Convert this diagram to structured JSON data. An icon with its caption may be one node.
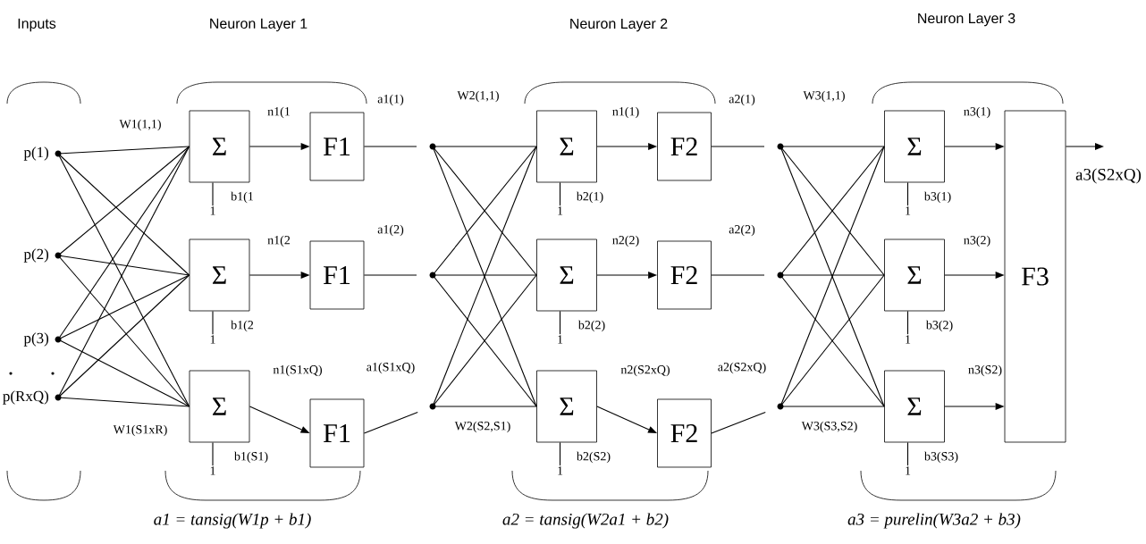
{
  "diagram": {
    "nodes": [
      {
        "text": [],
        "shape": "circle",
        "beside": [
          "p(1)"
        ]
      },
      {
        "text": [],
        "shape": "circle",
        "beside": [
          "p(2)"
        ]
      },
      {
        "text": [],
        "shape": "circle",
        "beside": [
          "p(3)"
        ]
      },
      {
        "text": [],
        "shape": "circle",
        "beside": [
          "p(RxQ)"
        ]
      },
      {
        "text": [
          "Σ"
        ]
      },
      {
        "text": [
          "Σ"
        ]
      },
      {
        "text": [
          "Σ"
        ]
      },
      {
        "text": [
          "F1"
        ]
      },
      {
        "text": [
          "F1"
        ]
      },
      {
        "text": [
          "F1"
        ]
      },
      {
        "text": [
          "1"
        ]
      },
      {
        "text": [
          "1"
        ]
      },
      {
        "text": [
          "1"
        ]
      },
      {
        "text": [],
        "shape": "circle"
      },
      {
        "text": [],
        "shape": "circle"
      },
      {
        "text": [],
        "shape": "circle"
      },
      {
        "text": [
          "Σ"
        ]
      },
      {
        "text": [
          "Σ"
        ]
      },
      {
        "text": [
          "Σ"
        ]
      },
      {
        "text": [
          "F2"
        ]
      },
      {
        "text": [
          "F2"
        ]
      },
      {
        "text": [
          "F2"
        ]
      },
      {
        "text": [
          "1"
        ]
      },
      {
        "text": [
          "1"
        ]
      },
      {
        "text": [
          "1"
        ]
      },
      {
        "text": [],
        "shape": "circle"
      },
      {
        "text": [],
        "shape": "circle"
      },
      {
        "text": [],
        "shape": "circle"
      },
      {
        "text": [
          "Σ"
        ]
      },
      {
        "text": [
          "Σ"
        ]
      },
      {
        "text": [
          "Σ"
        ]
      },
      {
        "text": [
          "F3"
        ]
      },
      {
        "text": [
          "1"
        ]
      },
      {
        "text": [
          "1"
        ]
      },
      {
        "text": [
          "1"
        ]
      }
    ],
    "edges": [
      {
        "from": 0,
        "to": 4,
        "arrow": "none",
        "label": "W1(1,1)"
      },
      {
        "from": 0,
        "to": 5,
        "arrow": "none"
      },
      {
        "from": 0,
        "to": 6,
        "arrow": "none"
      },
      {
        "from": 1,
        "to": 4,
        "arrow": "none"
      },
      {
        "from": 1,
        "to": 5,
        "arrow": "none"
      },
      {
        "from": 1,
        "to": 6,
        "arrow": "none"
      },
      {
        "from": 2,
        "to": 4,
        "arrow": "none"
      },
      {
        "from": 2,
        "to": 5,
        "arrow": "none"
      },
      {
        "from": 2,
        "to": 6,
        "arrow": "none"
      },
      {
        "from": 3,
        "to": 4,
        "arrow": "none"
      },
      {
        "from": 3,
        "to": 5,
        "arrow": "none"
      },
      {
        "from": 3,
        "to": 6,
        "arrow": "none",
        "label": "W1(S1xR)"
      },
      {
        "from": 4,
        "to": 7,
        "arrow": "to",
        "label": "n1(1"
      },
      {
        "from": 5,
        "to": 8,
        "arrow": "to",
        "label": "n1(2"
      },
      {
        "from": 6,
        "to": 9,
        "arrow": "to",
        "label": "n1(S1xQ)"
      },
      {
        "from": 10,
        "to": 4,
        "arrow": "none",
        "label": "b1(1"
      },
      {
        "from": 11,
        "to": 5,
        "arrow": "none",
        "label": "b1(2"
      },
      {
        "from": 12,
        "to": 6,
        "arrow": "none",
        "label": "b1(S1)"
      },
      {
        "from": 7,
        "to": 13,
        "arrow": "none",
        "label": "a1(1)"
      },
      {
        "from": 8,
        "to": 14,
        "arrow": "none",
        "label": "a1(2)"
      },
      {
        "from": 9,
        "to": 15,
        "arrow": "none",
        "label": "a1(S1xQ)"
      },
      {
        "from": 13,
        "to": 16,
        "arrow": "none",
        "label": "W2(1,1)"
      },
      {
        "from": 13,
        "to": 17,
        "arrow": "none"
      },
      {
        "from": 13,
        "to": 18,
        "arrow": "none"
      },
      {
        "from": 14,
        "to": 16,
        "arrow": "none"
      },
      {
        "from": 14,
        "to": 17,
        "arrow": "none"
      },
      {
        "from": 14,
        "to": 18,
        "arrow": "none"
      },
      {
        "from": 15,
        "to": 16,
        "arrow": "none"
      },
      {
        "from": 15,
        "to": 17,
        "arrow": "none"
      },
      {
        "from": 15,
        "to": 18,
        "arrow": "none",
        "label": "W2(S2,S1)"
      },
      {
        "from": 16,
        "to": 19,
        "arrow": "to",
        "label": "n1(1)"
      },
      {
        "from": 17,
        "to": 20,
        "arrow": "to",
        "label": "n2(2)"
      },
      {
        "from": 18,
        "to": 21,
        "arrow": "to",
        "label": "n2(S2xQ)"
      },
      {
        "from": 22,
        "to": 16,
        "arrow": "none",
        "label": "b2(1)"
      },
      {
        "from": 23,
        "to": 17,
        "arrow": "none",
        "label": "b2(2)"
      },
      {
        "from": 24,
        "to": 18,
        "arrow": "none",
        "label": "b2(S2)"
      },
      {
        "from": 19,
        "to": 25,
        "arrow": "none",
        "label": "a2(1)"
      },
      {
        "from": 20,
        "to": 26,
        "arrow": "none",
        "label": "a2(2)"
      },
      {
        "from": 21,
        "to": 27,
        "arrow": "none",
        "label": "a2(S2xQ)"
      },
      {
        "from": 25,
        "to": 28,
        "arrow": "none",
        "label": "W3(1,1)"
      },
      {
        "from": 25,
        "to": 29,
        "arrow": "none"
      },
      {
        "from": 25,
        "to": 30,
        "arrow": "none"
      },
      {
        "from": 26,
        "to": 28,
        "arrow": "none"
      },
      {
        "from": 26,
        "to": 29,
        "arrow": "none"
      },
      {
        "from": 26,
        "to": 30,
        "arrow": "none"
      },
      {
        "from": 27,
        "to": 28,
        "arrow": "none"
      },
      {
        "from": 27,
        "to": 29,
        "arrow": "none"
      },
      {
        "from": 27,
        "to": 30,
        "arrow": "none",
        "label": "W3(S3,S2)"
      },
      {
        "from": 28,
        "to": 31,
        "arrow": "to",
        "label": "n3(1)"
      },
      {
        "from": 29,
        "to": 31,
        "arrow": "to",
        "label": "n3(2)"
      },
      {
        "from": 30,
        "to": 31,
        "arrow": "to",
        "label": "n3(S2)"
      },
      {
        "from": 32,
        "to": 28,
        "arrow": "none",
        "label": "b3(1)"
      },
      {
        "from": 33,
        "to": 29,
        "arrow": "none",
        "label": "b3(2)"
      },
      {
        "from": 34,
        "to": 30,
        "arrow": "none",
        "label": "b3(S3)"
      },
      {
        "from": 31,
        "to": null,
        "arrow": "to",
        "label": "a3(S2xQ)"
      }
    ],
    "labels": [
      "Inputs",
      "Neuron Layer 1",
      "Neuron Layer 2",
      "Neuron Layer 3",
      "a1 = tansig(W1p + b1)",
      "a2 = tansig(W2a1 + b2)",
      "a3 = purelin(W3a2 + b3)"
    ]
  }
}
